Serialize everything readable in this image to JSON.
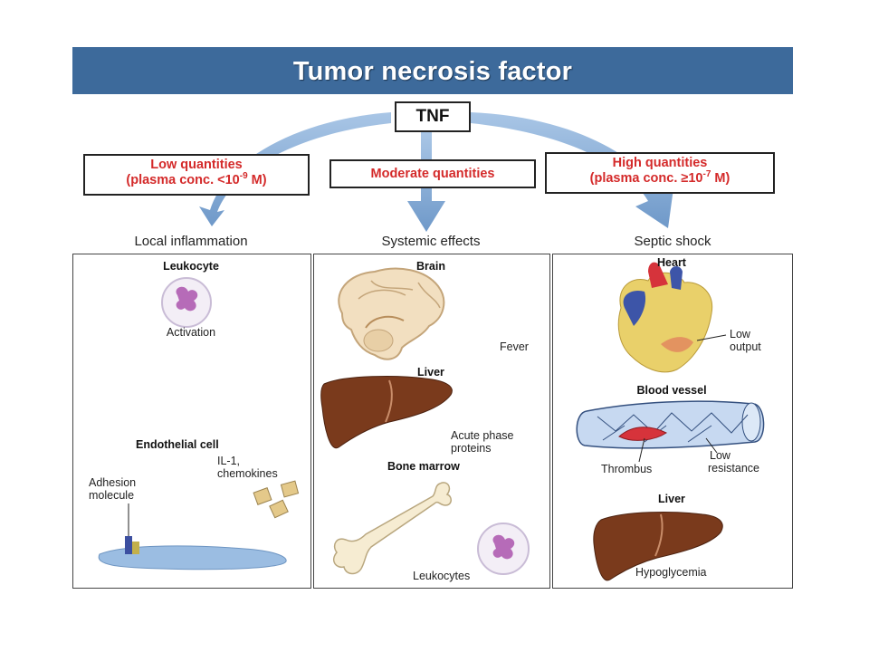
{
  "title": "Tumor necrosis factor",
  "source": "TNF",
  "quantities": {
    "low": {
      "line1": "Low quantities",
      "line2_prefix": "(plasma conc. <10",
      "exp": "-9",
      "line2_suffix": " M)"
    },
    "moderate": {
      "line1": "Moderate quantities"
    },
    "high": {
      "line1": "High quantities",
      "line2_prefix": "(plasma conc. ≥10",
      "exp": "-7",
      "line2_suffix": " M)"
    }
  },
  "columns": {
    "local": {
      "heading": "Local inflammation",
      "leukocyte": "Leukocyte",
      "activation": "Activation",
      "endothelial": "Endothelial cell",
      "il1_line1": "IL-1,",
      "il1_line2": "chemokines",
      "adhesion_line1": "Adhesion",
      "adhesion_line2": "molecule"
    },
    "systemic": {
      "heading": "Systemic effects",
      "brain": "Brain",
      "fever": "Fever",
      "liver": "Liver",
      "acute_line1": "Acute phase",
      "acute_line2": "proteins",
      "bone_marrow": "Bone marrow",
      "leukocytes": "Leukocytes"
    },
    "septic": {
      "heading": "Septic shock",
      "heart": "Heart",
      "low_output_line1": "Low",
      "low_output_line2": "output",
      "blood_vessel": "Blood vessel",
      "thrombus": "Thrombus",
      "low_res_line1": "Low",
      "low_res_line2": "resistance",
      "liver": "Liver",
      "hypoglycemia": "Hypoglycemia"
    }
  },
  "colors": {
    "title_bar": "#3d6a9b",
    "quantity_text": "#d42a2a",
    "arrow": "#8fb2da",
    "liver": "#7a3a1c"
  }
}
